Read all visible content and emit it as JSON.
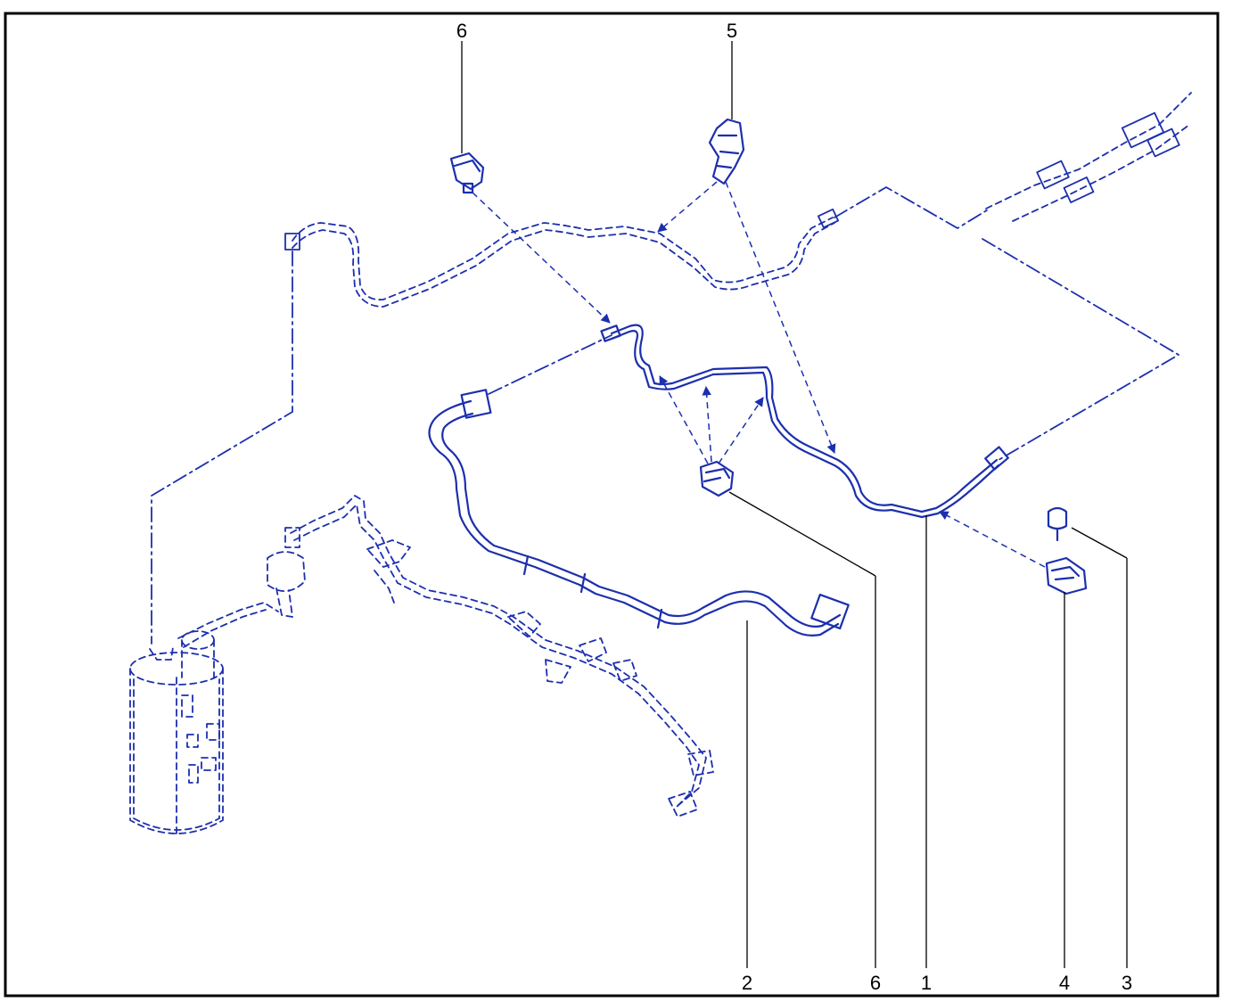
{
  "colors": {
    "part_line": "#1c2fae",
    "leader_line": "#000000",
    "frame": "#000000",
    "background": "#ffffff"
  },
  "callouts": [
    {
      "id": "top-6",
      "label": "6"
    },
    {
      "id": "top-5",
      "label": "5"
    },
    {
      "id": "bottom-2",
      "label": "2"
    },
    {
      "id": "bottom-6",
      "label": "6"
    },
    {
      "id": "bottom-1",
      "label": "1"
    },
    {
      "id": "bottom-4",
      "label": "4"
    },
    {
      "id": "bottom-3",
      "label": "3"
    }
  ]
}
